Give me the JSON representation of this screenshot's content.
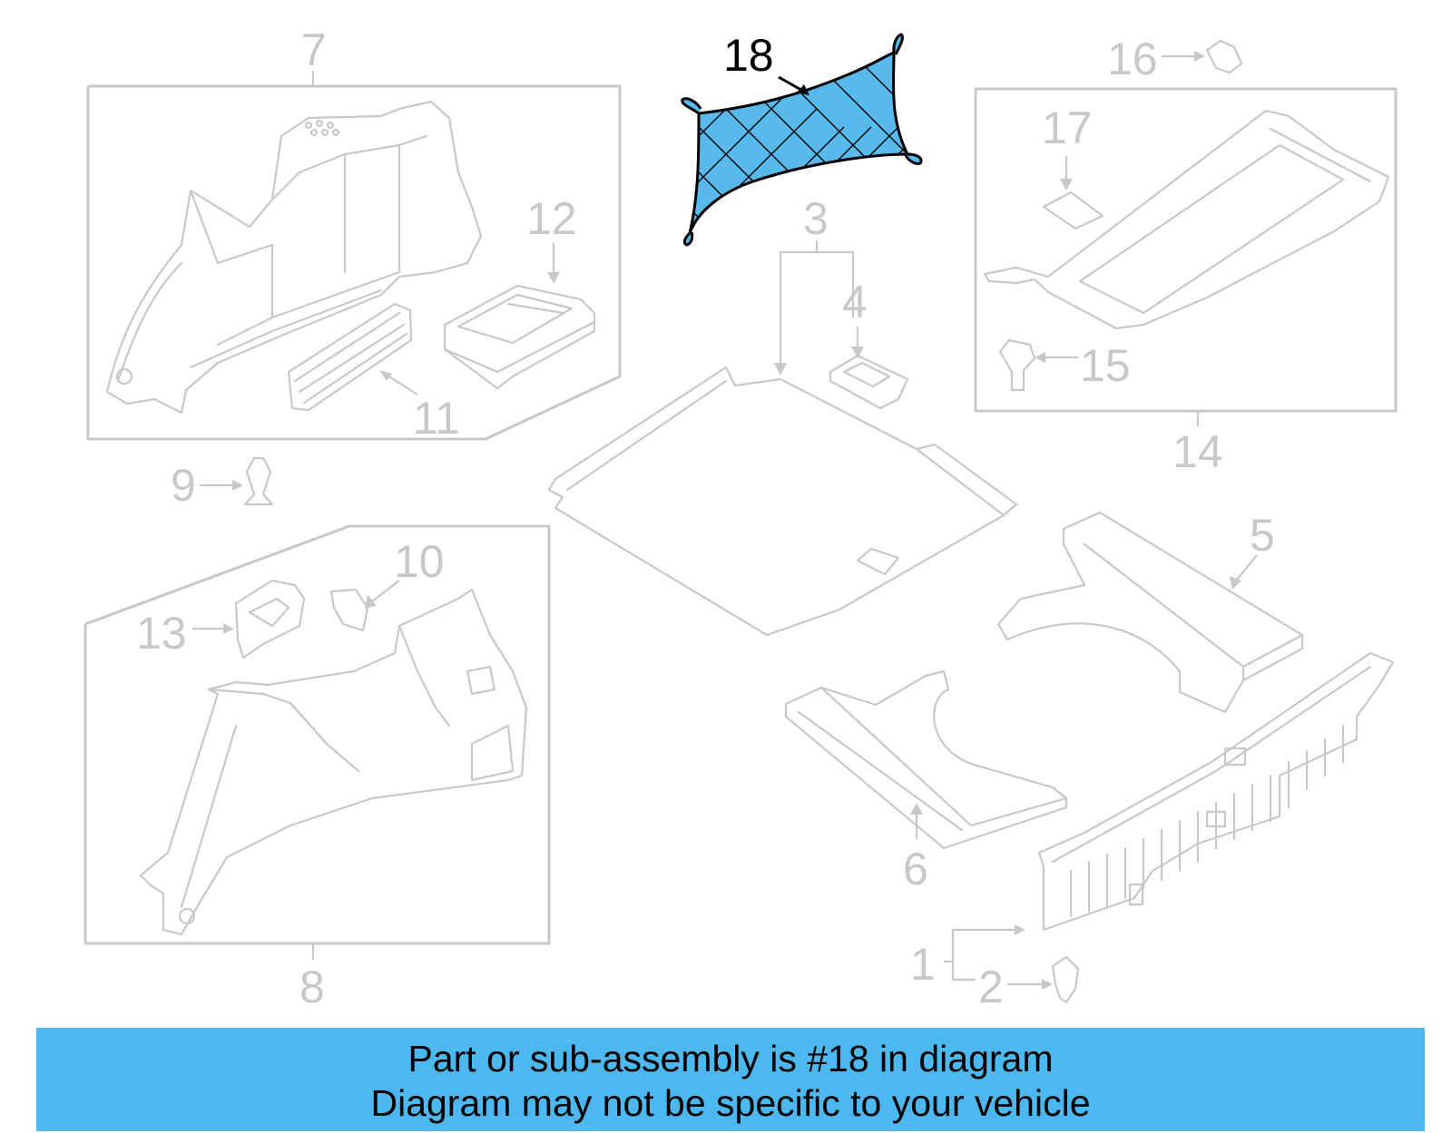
{
  "callouts": {
    "c1": "1",
    "c2": "2",
    "c3": "3",
    "c4": "4",
    "c5": "5",
    "c6": "6",
    "c7": "7",
    "c8": "8",
    "c9": "9",
    "c10": "10",
    "c11": "11",
    "c12": "12",
    "c13": "13",
    "c14": "14",
    "c15": "15",
    "c16": "16",
    "c17": "17",
    "c18": "18"
  },
  "highlighted_part": "18",
  "colors": {
    "highlight": "#58b9ec",
    "banner": "#4cb8ef",
    "part_lines": "#c8c8c8"
  },
  "banner": {
    "line1": "Part or sub-assembly is #18 in diagram",
    "line2": "Diagram may not be specific to your vehicle"
  }
}
